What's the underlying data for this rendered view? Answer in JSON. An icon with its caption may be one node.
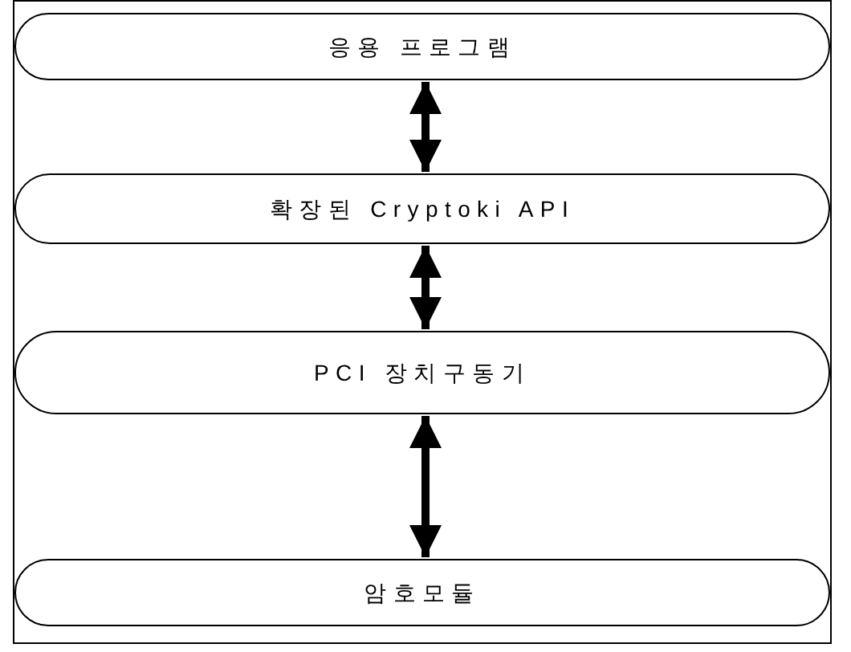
{
  "diagram": {
    "nodes": [
      {
        "text": [
          "응용 프로그램"
        ]
      },
      {
        "text": [
          "확장된 Cryptoki API"
        ]
      },
      {
        "text": [
          "PCI 장치구동기"
        ]
      },
      {
        "text": [
          "암호모듈"
        ]
      }
    ],
    "edges": [
      {
        "from": 0,
        "to": 1,
        "arrow": "both"
      },
      {
        "from": 1,
        "to": 2,
        "arrow": "both"
      },
      {
        "from": 2,
        "to": 3,
        "arrow": "both"
      }
    ]
  }
}
